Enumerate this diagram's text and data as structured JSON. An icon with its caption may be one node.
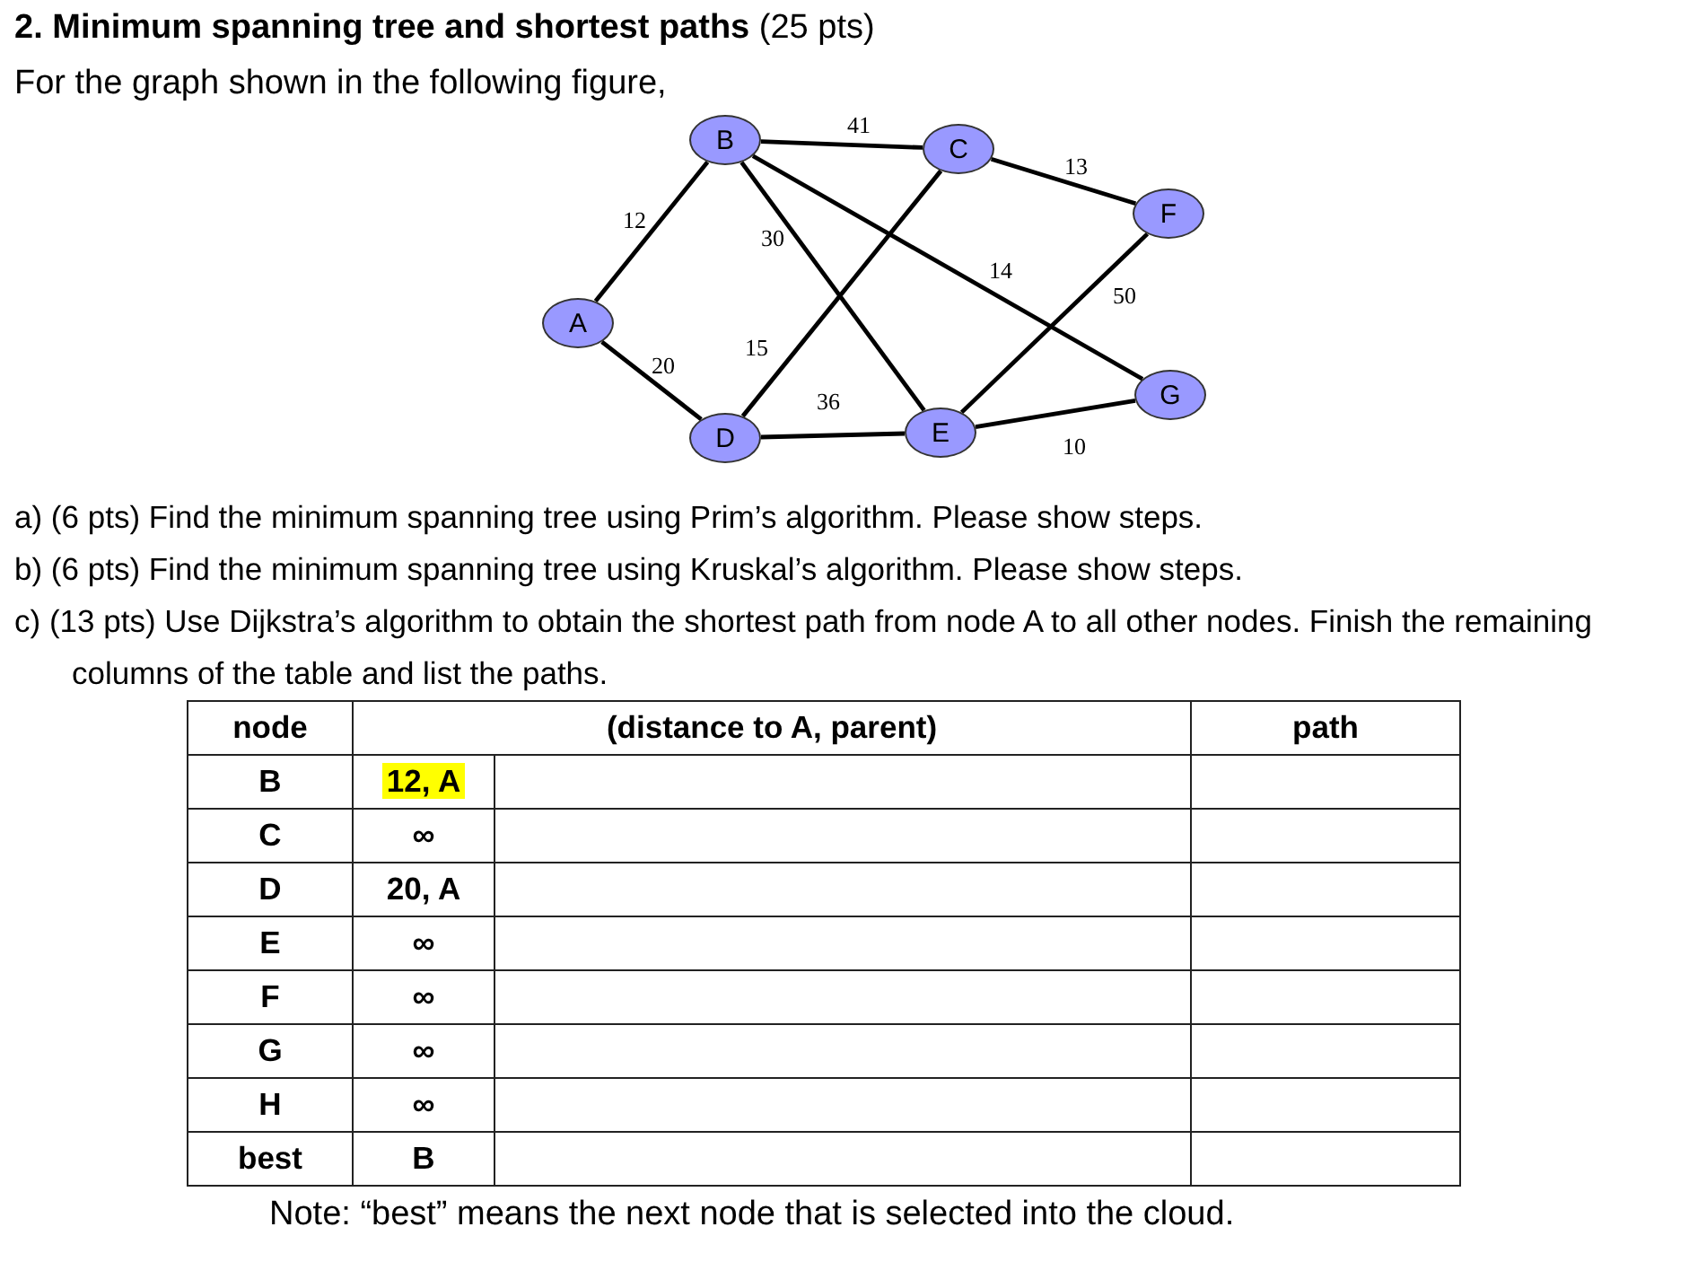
{
  "diagram": {
    "title": "**2. Minimum spanning tree and shortest paths** (25 pts)",
    "nodes": [
      {
        "text": [
          "A"
        ]
      },
      {
        "text": [
          "B"
        ]
      },
      {
        "text": [
          "C"
        ]
      },
      {
        "text": [
          "D"
        ]
      },
      {
        "text": [
          "E"
        ]
      },
      {
        "text": [
          "F"
        ]
      },
      {
        "text": [
          "G"
        ]
      }
    ],
    "edges": [
      {
        "from": 1,
        "to": 2,
        "arrow": "none",
        "label": "41"
      },
      {
        "from": 2,
        "to": 5,
        "arrow": "none",
        "label": "13"
      },
      {
        "from": 0,
        "to": 1,
        "arrow": "none",
        "label": "12"
      },
      {
        "from": 1,
        "to": 4,
        "arrow": "none",
        "label": "30"
      },
      {
        "from": 1,
        "to": 6,
        "arrow": "none",
        "label": "14"
      },
      {
        "from": 4,
        "to": 5,
        "arrow": "none",
        "label": "50"
      },
      {
        "from": 0,
        "to": 3,
        "arrow": "none",
        "label": "20"
      },
      {
        "from": 3,
        "to": 2,
        "arrow": "none",
        "label": "15"
      },
      {
        "from": 3,
        "to": 4,
        "arrow": "none",
        "label": "36"
      },
      {
        "from": 4,
        "to": 6,
        "arrow": "none",
        "label": "10"
      }
    ],
    "labels": [
      "For the graph shown in the following figure,",
      "a) (6 pts) Find the minimum spanning tree using Prim’s algorithm. Please show steps.",
      "b) (6 pts) Find the minimum spanning tree using Kruskal’s algorithm. Please show steps.",
      "c) (13 pts) Use Dijkstra’s algorithm to obtain the shortest path from node A to all other nodes. Finish the remaining columns of the table and list the paths.",
      "node",
      "(distance to A, parent)",
      "path",
      "B",
      "12, A",
      "C",
      "∞",
      "D",
      "20, A",
      "E",
      "∞",
      "F",
      "∞",
      "G",
      "∞",
      "H",
      "∞",
      "best",
      "B",
      "Note: “best” means the next node that is selected into the cloud."
    ]
  }
}
